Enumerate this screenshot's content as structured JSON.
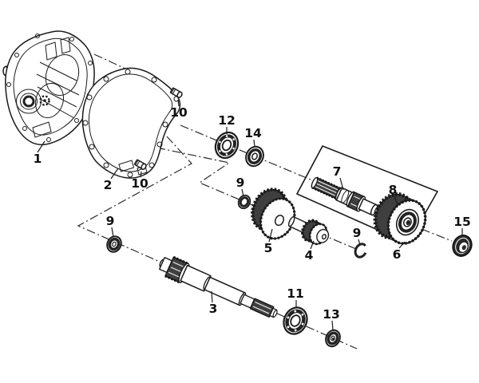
{
  "diagram": {
    "kind": "exploded-parts-diagram",
    "background": "#ffffff",
    "line_color": "#1a1a1a",
    "accent_dark_fill": "#3f3f3f"
  },
  "labels": [
    {
      "text": "1",
      "part": "crankcase-cover"
    },
    {
      "text": "2",
      "part": "case-gasket"
    },
    {
      "text": "10",
      "part": "dowel-bolt-top"
    },
    {
      "text": "12",
      "part": "ball-bearing-upper"
    },
    {
      "text": "14",
      "part": "oil-seal-upper"
    },
    {
      "text": "9",
      "part": "washer-middle"
    },
    {
      "text": "7",
      "part": "counter-shaft"
    },
    {
      "text": "8",
      "part": "final-gear"
    },
    {
      "text": "10",
      "part": "dowel-bolt-bottom"
    },
    {
      "text": "9",
      "part": "washer-left"
    },
    {
      "text": "5",
      "part": "counter-gear"
    },
    {
      "text": "4",
      "part": "pinion-gear"
    },
    {
      "text": "9",
      "part": "snap-ring-right"
    },
    {
      "text": "6",
      "part": "shaft-sub-assembly-box"
    },
    {
      "text": "15",
      "part": "oil-seal-right"
    },
    {
      "text": "3",
      "part": "drive-shaft"
    },
    {
      "text": "11",
      "part": "ball-bearing-lower"
    },
    {
      "text": "13",
      "part": "washer-lower"
    }
  ]
}
